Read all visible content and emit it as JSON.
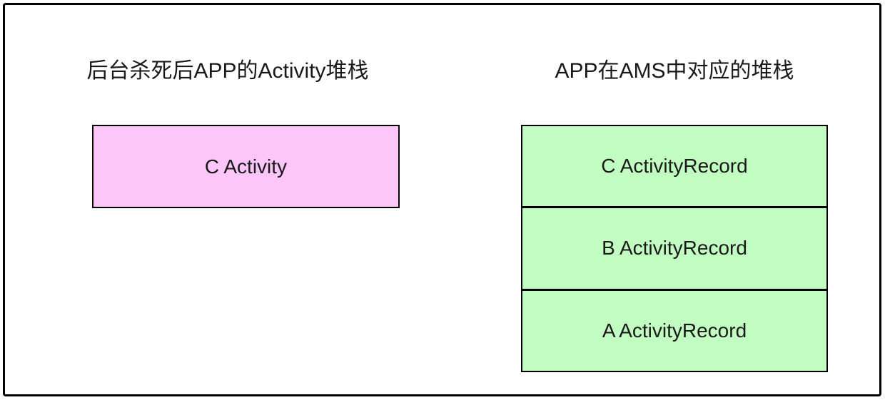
{
  "diagram": {
    "left_panel": {
      "title": "后台杀死后APP的Activity堆栈",
      "stack": [
        {
          "label": "C Activity"
        }
      ],
      "box_fill": "#fdc6f8"
    },
    "right_panel": {
      "title": "APP在AMS中对应的堆栈",
      "stack": [
        {
          "label": "C ActivityRecord"
        },
        {
          "label": "B ActivityRecord"
        },
        {
          "label": "A ActivityRecord"
        }
      ],
      "box_fill": "#c2fdc2"
    },
    "colors": {
      "border": "#000000",
      "background": "#ffffff",
      "activity_box": "#fdc6f8",
      "record_box": "#c2fdc2"
    }
  }
}
